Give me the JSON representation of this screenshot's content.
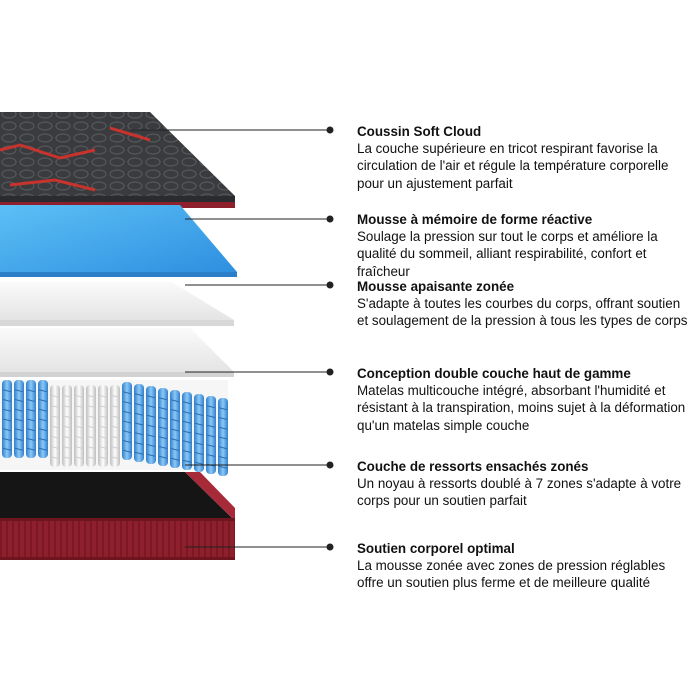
{
  "callouts": [
    {
      "title": "Coussin Soft Cloud",
      "text": "La couche supérieure en tricot respirant favorise la circulation de l'air et régule la température corporelle pour un ajustement parfait"
    },
    {
      "title": "Mousse à mémoire de forme réactive",
      "text": "Soulage la pression sur tout le corps et améliore la qualité du sommeil, alliant respirabilité, confort et fraîcheur"
    },
    {
      "title": "Mousse apaisante zonée",
      "text": "S'adapte à toutes les courbes du corps, offrant soutien et soulagement de la pression à tous les types de corps"
    },
    {
      "title": "Conception double couche haut de gamme",
      "text": "Matelas multicouche intégré, absorbant l'humidité et résistant à la transpiration, moins sujet à la déformation qu'un matelas simple couche"
    },
    {
      "title": "Couche de ressorts ensachés zonés",
      "text": "Un noyau à ressorts doublé à 7 zones s'adapte à votre corps pour un soutien parfait"
    },
    {
      "title": "Soutien corporel optimal",
      "text": "La mousse zonée avec zones de pression réglables offre un soutien plus ferme et de meilleure qualité"
    }
  ],
  "colors": {
    "knit_dark": "#3a3b3e",
    "accent_red": "#d8322a",
    "burgundy": "#8e1f2c",
    "memory_blue": "#3fa3e8",
    "white_foam": "#f2f2f2",
    "spring_blue": "#4a9ee0",
    "leader": "#222222"
  }
}
